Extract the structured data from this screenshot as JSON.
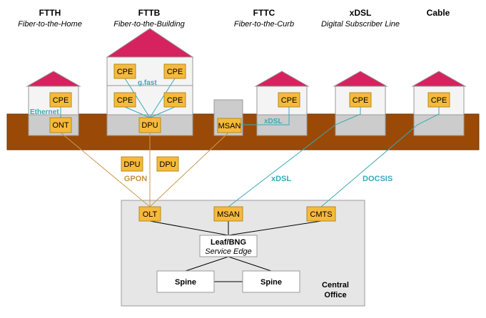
{
  "columns": [
    {
      "title": "FTTH",
      "subtitle": "Fiber-to-the-Home"
    },
    {
      "title": "FTTB",
      "subtitle": "Fiber-to-the-Building"
    },
    {
      "title": "FTTC",
      "subtitle": "Fiber-to-the-Curb"
    },
    {
      "title": "xDSL",
      "subtitle": "Digital Subscriber Line"
    },
    {
      "title": "Cable",
      "subtitle": ""
    }
  ],
  "labels": {
    "cpe": "CPE",
    "ont": "ONT",
    "dpu": "DPU",
    "msan": "MSAN",
    "olt": "OLT",
    "cmts": "CMTS",
    "ethernet": "Ethernet",
    "gfast": "g.fast",
    "xdsl_small": "xDSL",
    "gpon": "GPON",
    "xdsl_link": "xDSL",
    "docsis": "DOCSIS",
    "leaf_bng": "Leaf/BNG",
    "service_edge": "Service Edge",
    "spine": "Spine",
    "central": "Central",
    "office": "Office"
  },
  "colors": {
    "roof": "#d6225f",
    "ground": "#9a4a06",
    "device_fill": "#f6b93b",
    "device_stroke": "#b58b1c",
    "house_wall": "#f4f4f4",
    "house_base": "#cccccc",
    "co_fill": "#e6e6e6",
    "fiber": "#c89a52",
    "copper_teal": "#3aa9b8"
  }
}
